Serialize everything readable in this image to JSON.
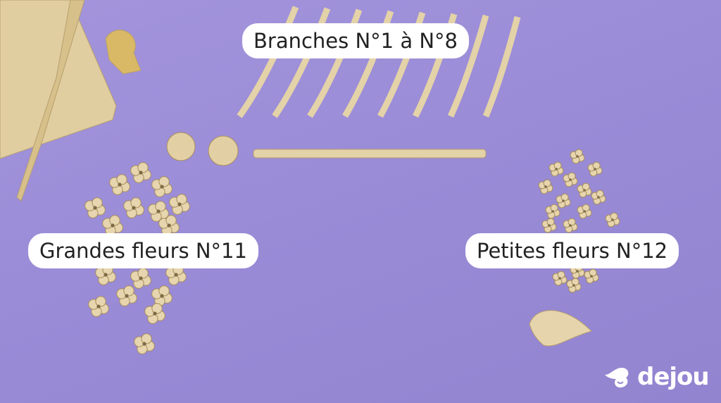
{
  "labels": {
    "branches": "Branches N°1 à N°8",
    "large_flowers": "Grandes fleurs N°11",
    "small_flowers": "Petites fleurs N°12"
  },
  "brand": {
    "name": "dejou"
  },
  "colors": {
    "background": "#9b8dd7",
    "wood": "#e2cfa4",
    "label_bg": "#ffffff"
  }
}
